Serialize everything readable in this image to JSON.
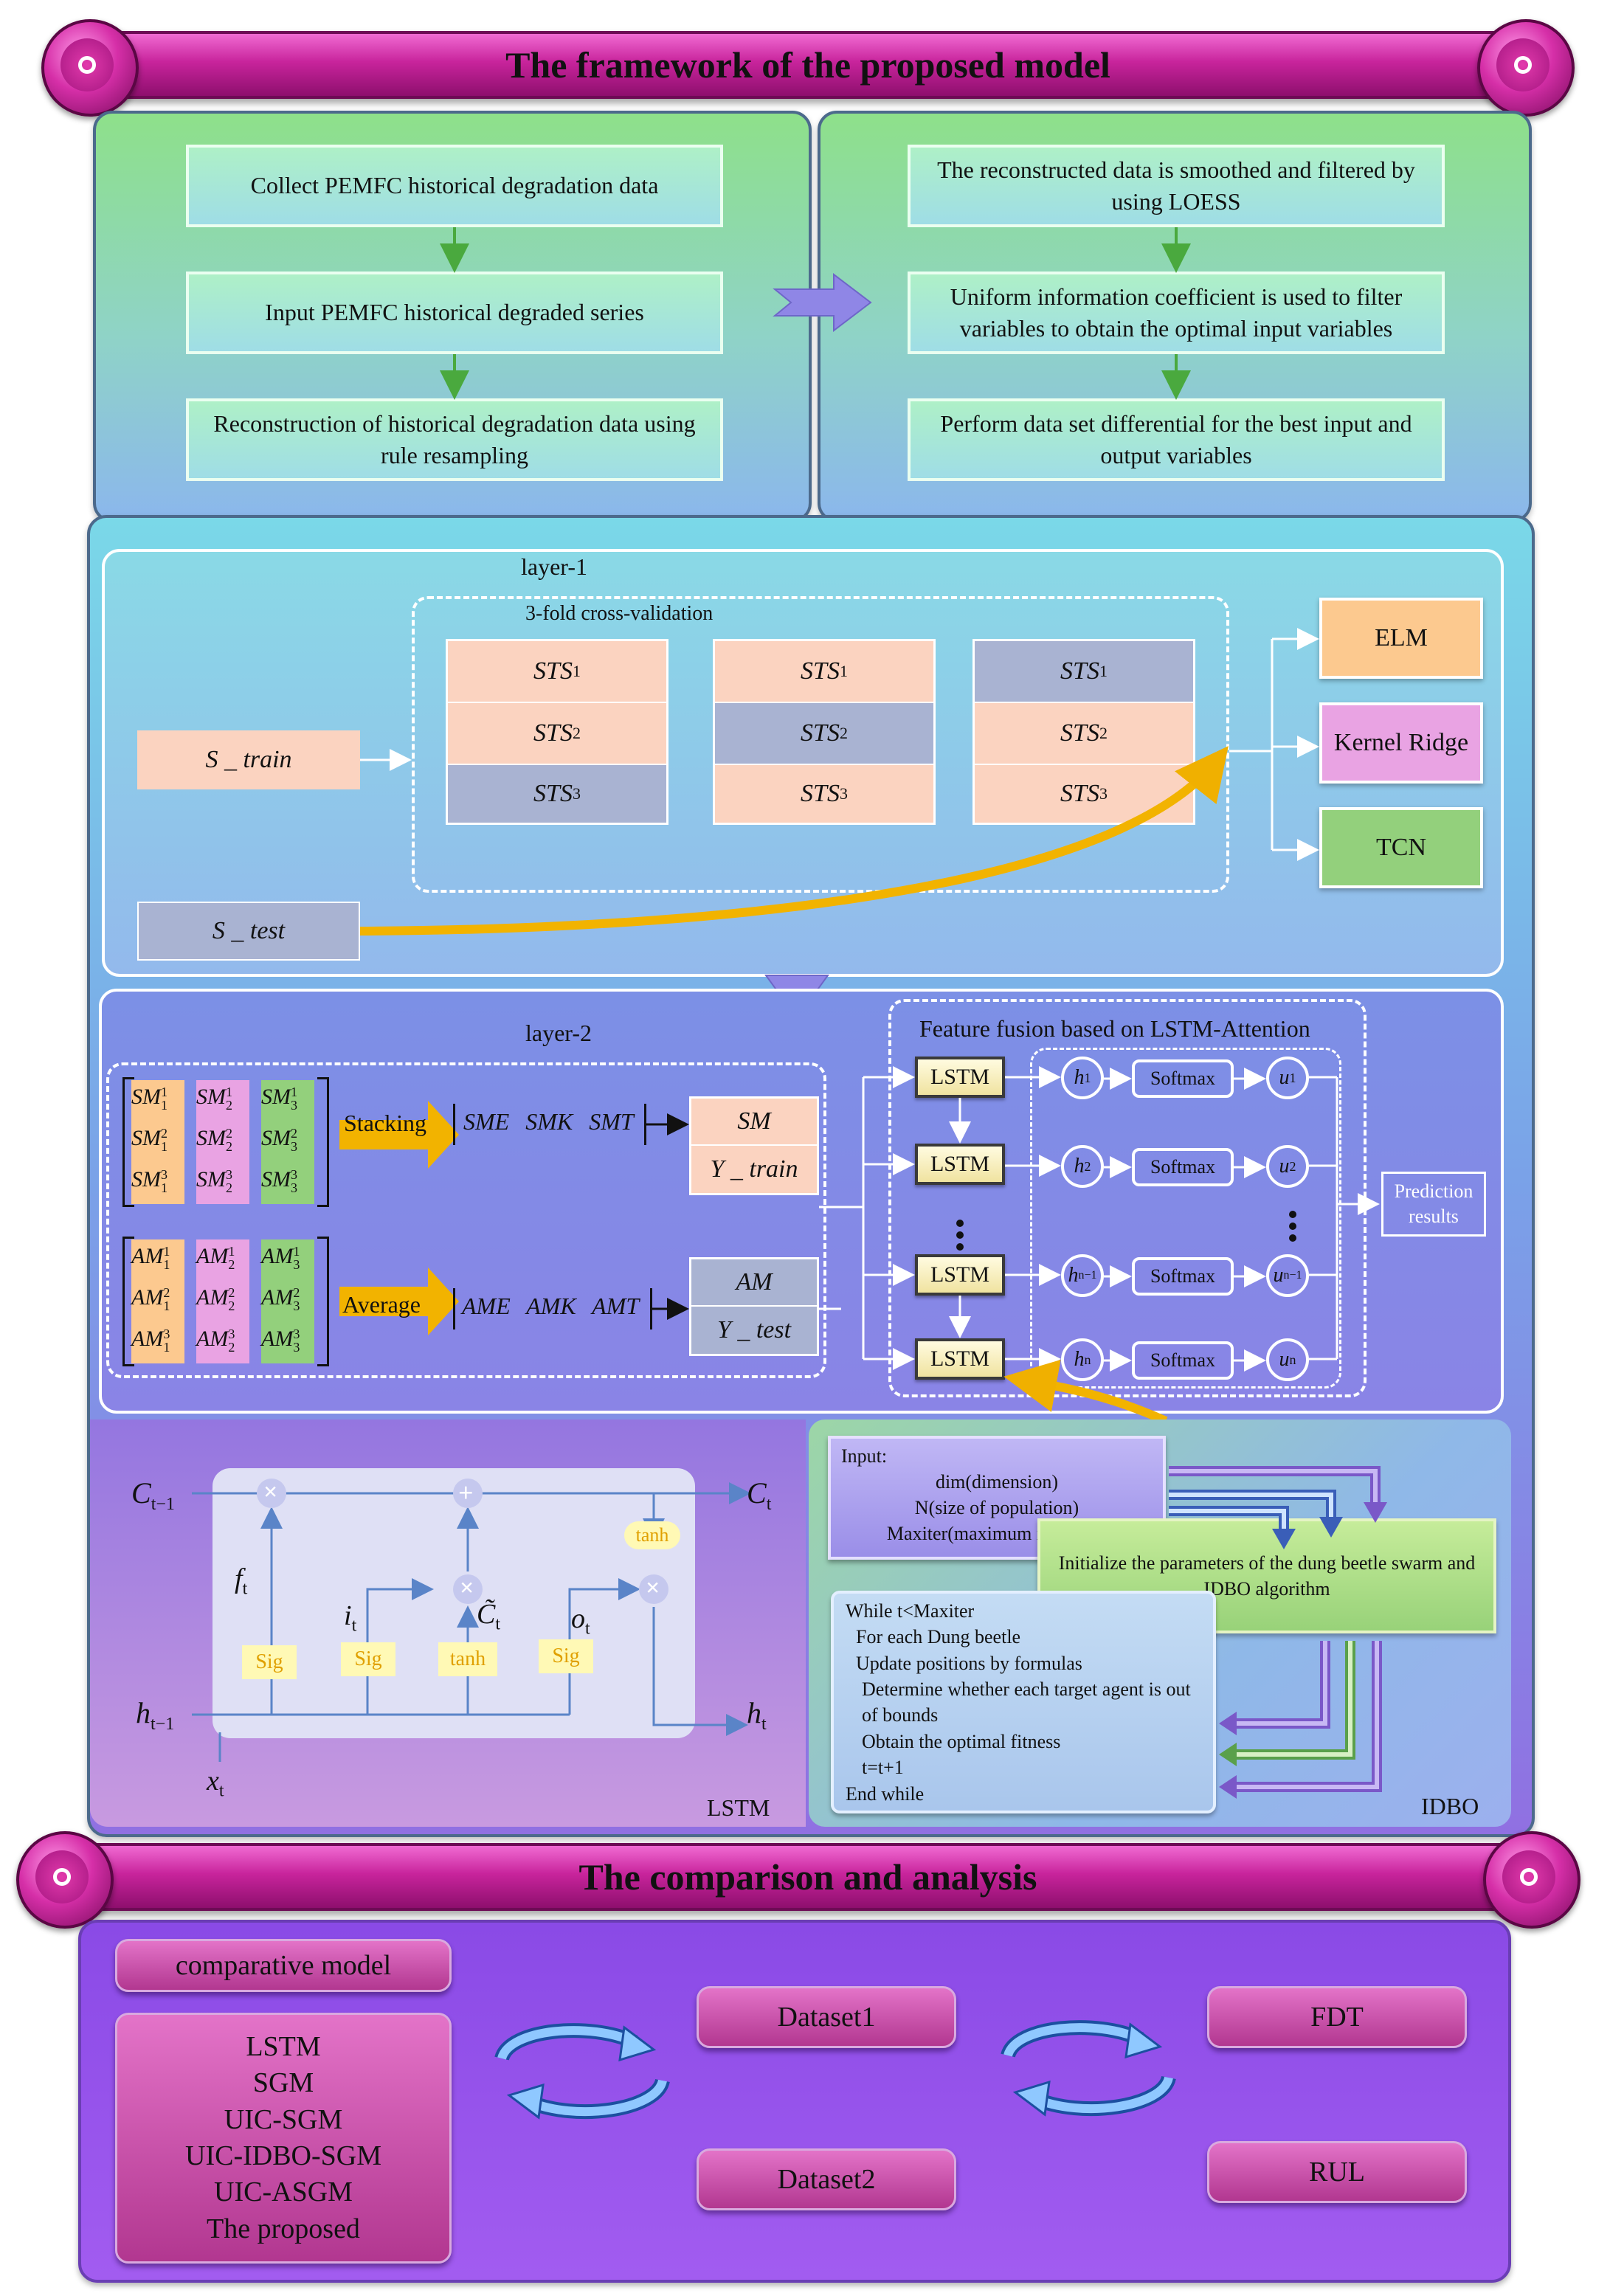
{
  "banners": {
    "top": "The framework of the proposed model",
    "bottom": "The comparison and analysis"
  },
  "prep": {
    "left": [
      "Collect PEMFC historical degradation data",
      "Input PEMFC historical degraded series",
      "Reconstruction of historical degradation data using rule resampling"
    ],
    "right": [
      "The reconstructed data is smoothed and filtered by using LOESS",
      "Uniform information coefficient is used to filter variables to obtain the optimal input variables",
      "Perform data set differential for the best input and output variables"
    ]
  },
  "layer1": {
    "title": "layer-1",
    "cv_label": "3-fold cross-validation",
    "s_train": "S _ train",
    "s_test": "S _ test",
    "sts": "STS",
    "subs": [
      "1",
      "2",
      "3"
    ],
    "models": [
      "ELM",
      "Kernel Ridge",
      "TCN"
    ],
    "colors": {
      "orange": "#fbd3c0",
      "blue": "#a9b3d2",
      "elm": "#fcc98f",
      "kr": "#e9a3e3",
      "tcn": "#93d07c"
    }
  },
  "layer2": {
    "title": "layer-2",
    "sm": "SM",
    "am": "AM",
    "stacking": "Stacking",
    "average": "Average",
    "sme_row": [
      "SME",
      "SMK",
      "SMT"
    ],
    "ame_row": [
      "AME",
      "AMK",
      "AMT"
    ],
    "sm_box": [
      "SM",
      "Y _ train"
    ],
    "am_box": [
      "AM",
      "Y _ test"
    ],
    "fusion_title": "Feature fusion based on LSTM-Attention",
    "lstm": "LSTM",
    "softmax": "Softmax",
    "h": "h",
    "u": "u",
    "subs": [
      "1",
      "2",
      "n−1",
      "n"
    ],
    "prediction": [
      "Prediction",
      "results"
    ]
  },
  "lstm_cell": {
    "c_prev": "C",
    "c_prev_sub": "t−1",
    "c_next": "C",
    "c_next_sub": "t",
    "h_prev": "h",
    "h_prev_sub": "t−1",
    "h_next": "h",
    "h_next_sub": "t",
    "x": "x",
    "x_sub": "t",
    "f": "f",
    "i": "i",
    "c_tilde": "C̃",
    "o": "o",
    "t": "t",
    "sig": "Sig",
    "tanh": "tanh",
    "times": "×",
    "plus": "+",
    "caption": "LSTM"
  },
  "idbo": {
    "input_lines": [
      "Input:",
      "dim(dimension)",
      "N(size of population)",
      "Maxiter(maximum iteration)"
    ],
    "init": "Initialize the parameters of the dung beetle swarm and IDBO algorithm",
    "loop": [
      "While t<Maxiter",
      "For each Dung beetle",
      "Update positions by formulas",
      "Determine whether each target agent is out of bounds",
      "Obtain the optimal fitness",
      "t=t+1",
      "End while"
    ],
    "caption": "IDBO"
  },
  "comparison": {
    "header": "comparative model",
    "models": [
      "LSTM",
      "SGM",
      "UIC-SGM",
      "UIC-IDBO-SGM",
      "UIC-ASGM",
      "The proposed"
    ],
    "datasets": [
      "Dataset1",
      "Dataset2"
    ],
    "outputs": [
      "FDT",
      "RUL"
    ]
  }
}
